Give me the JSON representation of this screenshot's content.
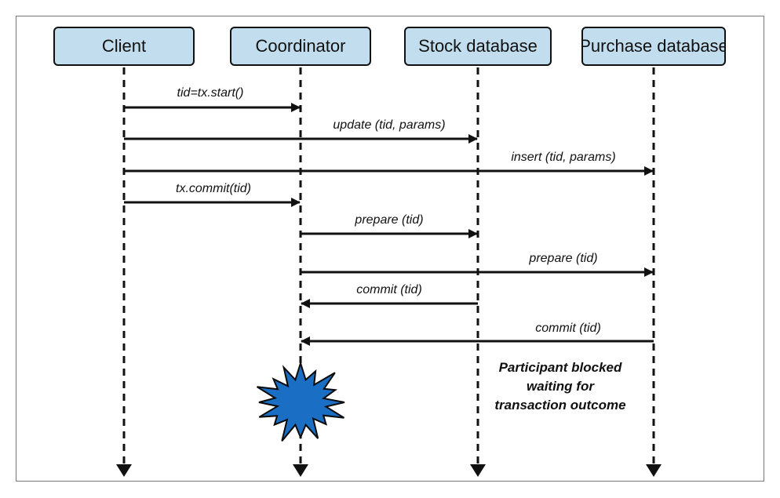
{
  "participants": [
    {
      "label": "Client"
    },
    {
      "label": "Coordinator"
    },
    {
      "label": "Stock database"
    },
    {
      "label": "Purchase database"
    }
  ],
  "messages": [
    {
      "label": "tid=tx.start()",
      "from": "Client",
      "to": "Coordinator"
    },
    {
      "label": "update (tid, params)",
      "from": "Client",
      "to": "Stock database"
    },
    {
      "label": "insert (tid, params)",
      "from": "Client",
      "to": "Purchase database"
    },
    {
      "label": "tx.commit(tid)",
      "from": "Client",
      "to": "Coordinator"
    },
    {
      "label": "prepare (tid)",
      "from": "Coordinator",
      "to": "Stock database"
    },
    {
      "label": "prepare (tid)",
      "from": "Coordinator",
      "to": "Purchase database"
    },
    {
      "label": "commit (tid)",
      "from": "Stock database",
      "to": "Coordinator"
    },
    {
      "label": "commit (tid)",
      "from": "Purchase database",
      "to": "Coordinator"
    }
  ],
  "note": {
    "lines": [
      "Participant blocked",
      "waiting for",
      "transaction outcome"
    ]
  },
  "crash_marker": {
    "icon": "starburst-crash-icon",
    "color": "#1a6fc4"
  },
  "colors": {
    "box_fill": "#c2deee",
    "line": "#111111",
    "crash": "#1a6fc4"
  }
}
